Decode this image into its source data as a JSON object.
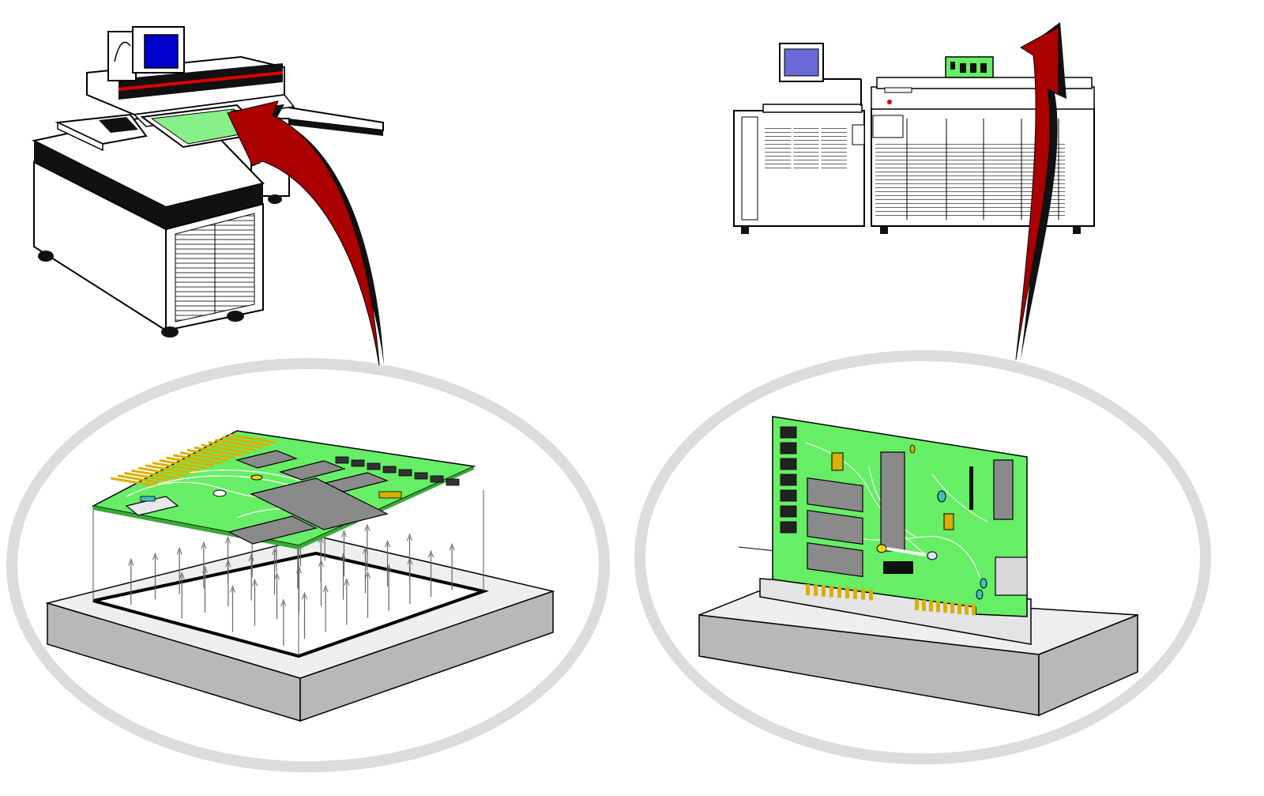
{
  "illustration": {
    "panels": [
      {
        "id": "bed-of-nails",
        "machine": "bed-of-nails-test-system",
        "fixture": "bed-of-nails-fixture",
        "board": "pcb-with-edge-connector",
        "probe_count": 36
      },
      {
        "id": "edge-connector",
        "machine": "edge-connector-test-system",
        "fixture": "edge-connector-socket",
        "board": "pcb-card-inserted"
      }
    ],
    "colors": {
      "board_green": "#66ee66",
      "arrow_red": "#aa0000",
      "monitor_blue_dark": "#0000cc",
      "monitor_blue_light": "#6a6ad8",
      "chip_gray": "#8a8a8a",
      "gold": "#d8b000",
      "fixture_gray": "#b8b8b8",
      "highlight_ring": "#dcdcdc"
    }
  }
}
